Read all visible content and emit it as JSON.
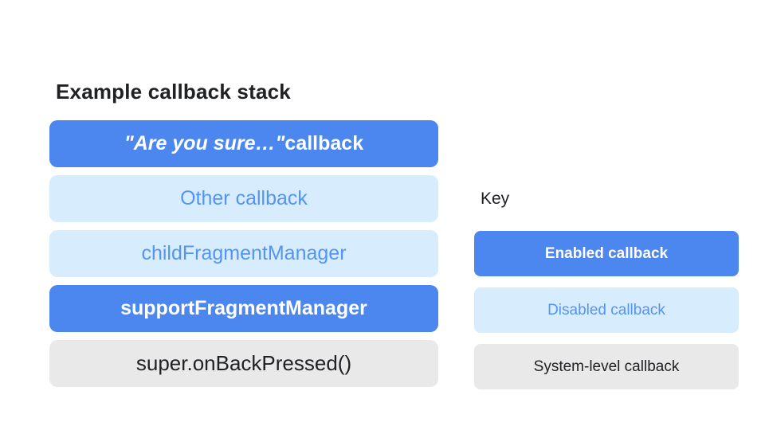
{
  "title": "Example callback stack",
  "stack": [
    {
      "label_quoted": "\"Are you sure…\"",
      "label_rest": " callback",
      "type": "enabled"
    },
    {
      "label": "Other callback",
      "type": "disabled"
    },
    {
      "label": "childFragmentManager",
      "type": "disabled"
    },
    {
      "label": "supportFragmentManager",
      "type": "enabled"
    },
    {
      "label": "super.onBackPressed()",
      "type": "system"
    }
  ],
  "key": {
    "title": "Key",
    "items": [
      {
        "label": "Enabled callback",
        "type": "enabled"
      },
      {
        "label": "Disabled callback",
        "type": "disabled"
      },
      {
        "label": "System-level callback",
        "type": "system"
      }
    ]
  },
  "colors": {
    "enabled_bg": "#4c86ef",
    "enabled_text": "#ffffff",
    "disabled_bg": "#d7ecfc",
    "disabled_text": "#5494f3",
    "system_bg": "#e9e9e9",
    "system_text": "#202124"
  }
}
